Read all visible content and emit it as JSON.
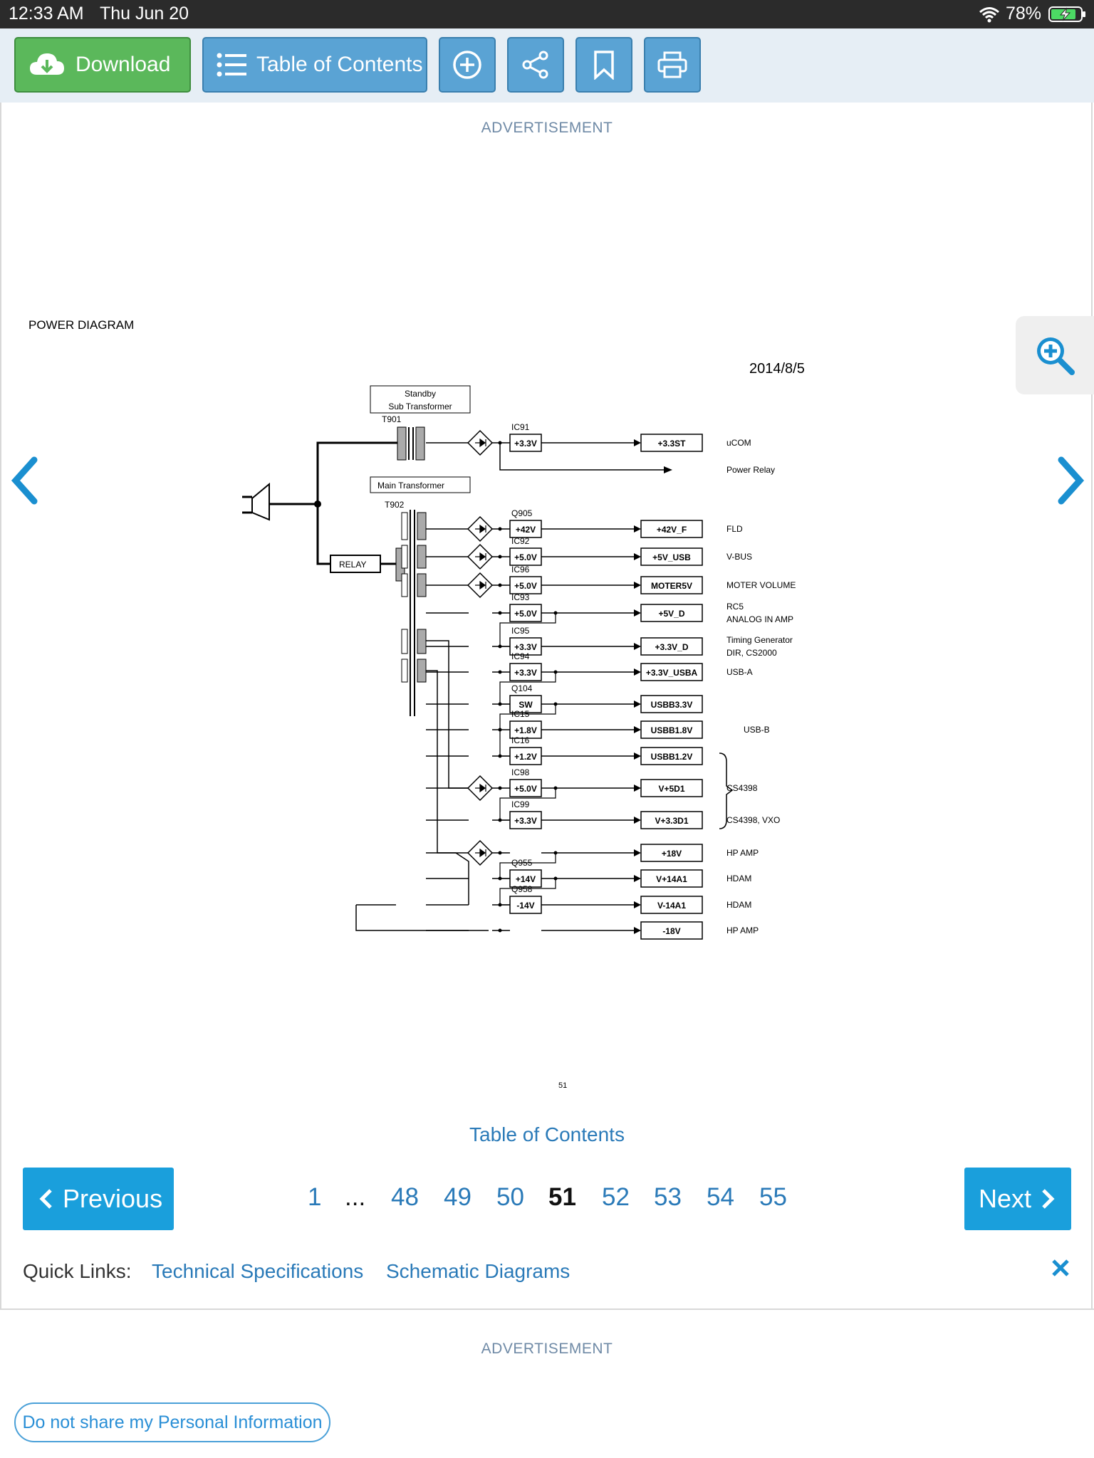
{
  "status_bar": {
    "time": "12:33 AM",
    "date": "Thu Jun 20",
    "battery": "78%"
  },
  "toolbar": {
    "download_label": "Download",
    "toc_label": "Table of Contents"
  },
  "ads": {
    "top": "ADVERTISEMENT",
    "bottom": "ADVERTISEMENT"
  },
  "document": {
    "title": "POWER DIAGRAM",
    "date": "2014/8/5",
    "page_number": "51",
    "diagram": {
      "standby_transformer": "Standby\nSub Transformer",
      "standby_transformer_lines": [
        "Standby",
        "Sub Transformer"
      ],
      "main_transformer": "Main Transformer",
      "t901": "T901",
      "t902": "T902",
      "relay": "RELAY",
      "rows": [
        {
          "ic": "IC91",
          "reg": "+3.3V",
          "out": "+3.3ST",
          "dest": "uCOM"
        },
        {
          "ic": "",
          "reg": "",
          "out": "",
          "dest": "Power Relay"
        },
        {
          "ic": "Q905",
          "reg": "+42V",
          "out": "+42V_F",
          "dest": "FLD"
        },
        {
          "ic": "IC92",
          "reg": "+5.0V",
          "out": "+5V_USB",
          "dest": "V-BUS"
        },
        {
          "ic": "IC96",
          "reg": "+5.0V",
          "out": "MOTER5V",
          "dest": "MOTER VOLUME"
        },
        {
          "ic": "IC93",
          "reg": "+5.0V",
          "out": "+5V_D",
          "dest": "RC5\nANALOG IN AMP",
          "dest_lines": [
            "RC5",
            "ANALOG IN AMP"
          ]
        },
        {
          "ic": "IC95",
          "reg": "+3.3V",
          "out": "+3.3V_D",
          "dest": "Timing Generator\nDIR, CS2000",
          "dest_lines": [
            "Timing Generator",
            "DIR, CS2000"
          ]
        },
        {
          "ic": "IC94",
          "reg": "+3.3V",
          "out": "+3.3V_USBA",
          "dest": "USB-A"
        },
        {
          "ic": "Q104",
          "reg": "SW",
          "out": "USBB3.3V",
          "dest": ""
        },
        {
          "ic": "IC15",
          "reg": "+1.8V",
          "out": "USBB1.8V",
          "dest": "USB-B"
        },
        {
          "ic": "IC16",
          "reg": "+1.2V",
          "out": "USBB1.2V",
          "dest": ""
        },
        {
          "ic": "IC98",
          "reg": "+5.0V",
          "out": "V+5D1",
          "dest": "CS4398"
        },
        {
          "ic": "IC99",
          "reg": "+3.3V",
          "out": "V+3.3D1",
          "dest": "CS4398, VXO"
        },
        {
          "ic": "",
          "reg": "",
          "out": "+18V",
          "dest": "HP AMP"
        },
        {
          "ic": "Q955",
          "reg": "+14V",
          "out": "V+14A1",
          "dest": "HDAM"
        },
        {
          "ic": "Q958",
          "reg": "-14V",
          "out": "V-14A1",
          "dest": "HDAM"
        },
        {
          "ic": "",
          "reg": "",
          "out": "-18V",
          "dest": "HP AMP"
        }
      ]
    }
  },
  "toc_link": "Table of Contents",
  "pagination": {
    "previous_label": "Previous",
    "next_label": "Next",
    "pages": [
      "1",
      "...",
      "48",
      "49",
      "50",
      "51",
      "52",
      "53",
      "54",
      "55"
    ],
    "current": "51"
  },
  "quick_links": {
    "label": "Quick Links:",
    "links": [
      "Technical Specifications",
      "Schematic Diagrams"
    ]
  },
  "privacy_button": "Do not share my Personal Information",
  "colors": {
    "download_green": "#5bb85b",
    "toolbar_blue": "#5aa3d4",
    "nav_blue": "#1a9fdc",
    "link_blue": "#2a7ab8"
  }
}
